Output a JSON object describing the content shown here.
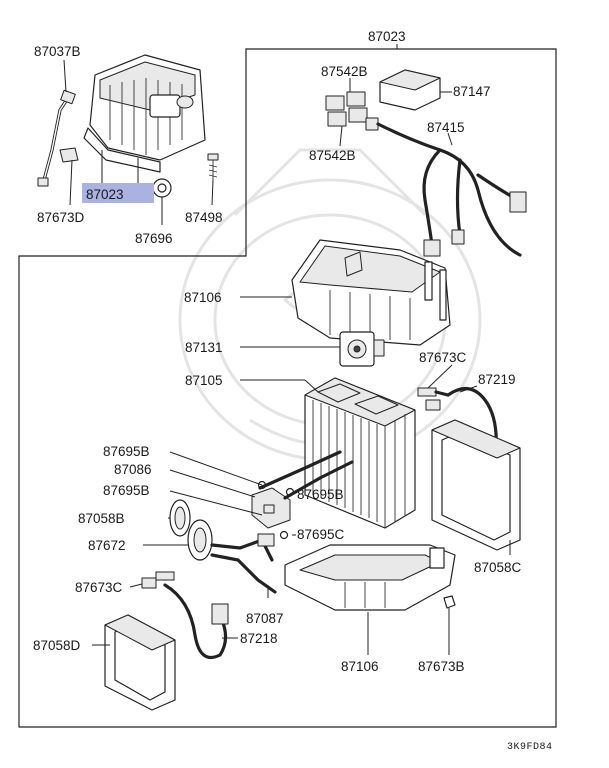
{
  "diagram": {
    "title_part": "87023",
    "code": "3K9FD84",
    "highlight_color": "#a9b2e0",
    "inset": {
      "labels": {
        "p87037B": "87037B",
        "p87023": "87023",
        "p87673D": "87673D",
        "p87696": "87696",
        "p87498": "87498"
      }
    },
    "labels": {
      "p87542B_top": "87542B",
      "p87147": "87147",
      "p87415": "87415",
      "p87542B_bot": "87542B",
      "p87106_top": "87106",
      "p87131": "87131",
      "p87105": "87105",
      "p87673C_right": "87673C",
      "p87219": "87219",
      "p87695B_1": "87695B",
      "p87086": "87086",
      "p87695B_2": "87695B",
      "p87695B_3": "87695B",
      "p87058B": "87058B",
      "p87672": "87672",
      "p87695C": "87695C",
      "p87058C": "87058C",
      "p87673C_left": "87673C",
      "p87087": "87087",
      "p87218": "87218",
      "p87058D": "87058D",
      "p87106_bot": "87106",
      "p87673B": "87673B"
    }
  }
}
